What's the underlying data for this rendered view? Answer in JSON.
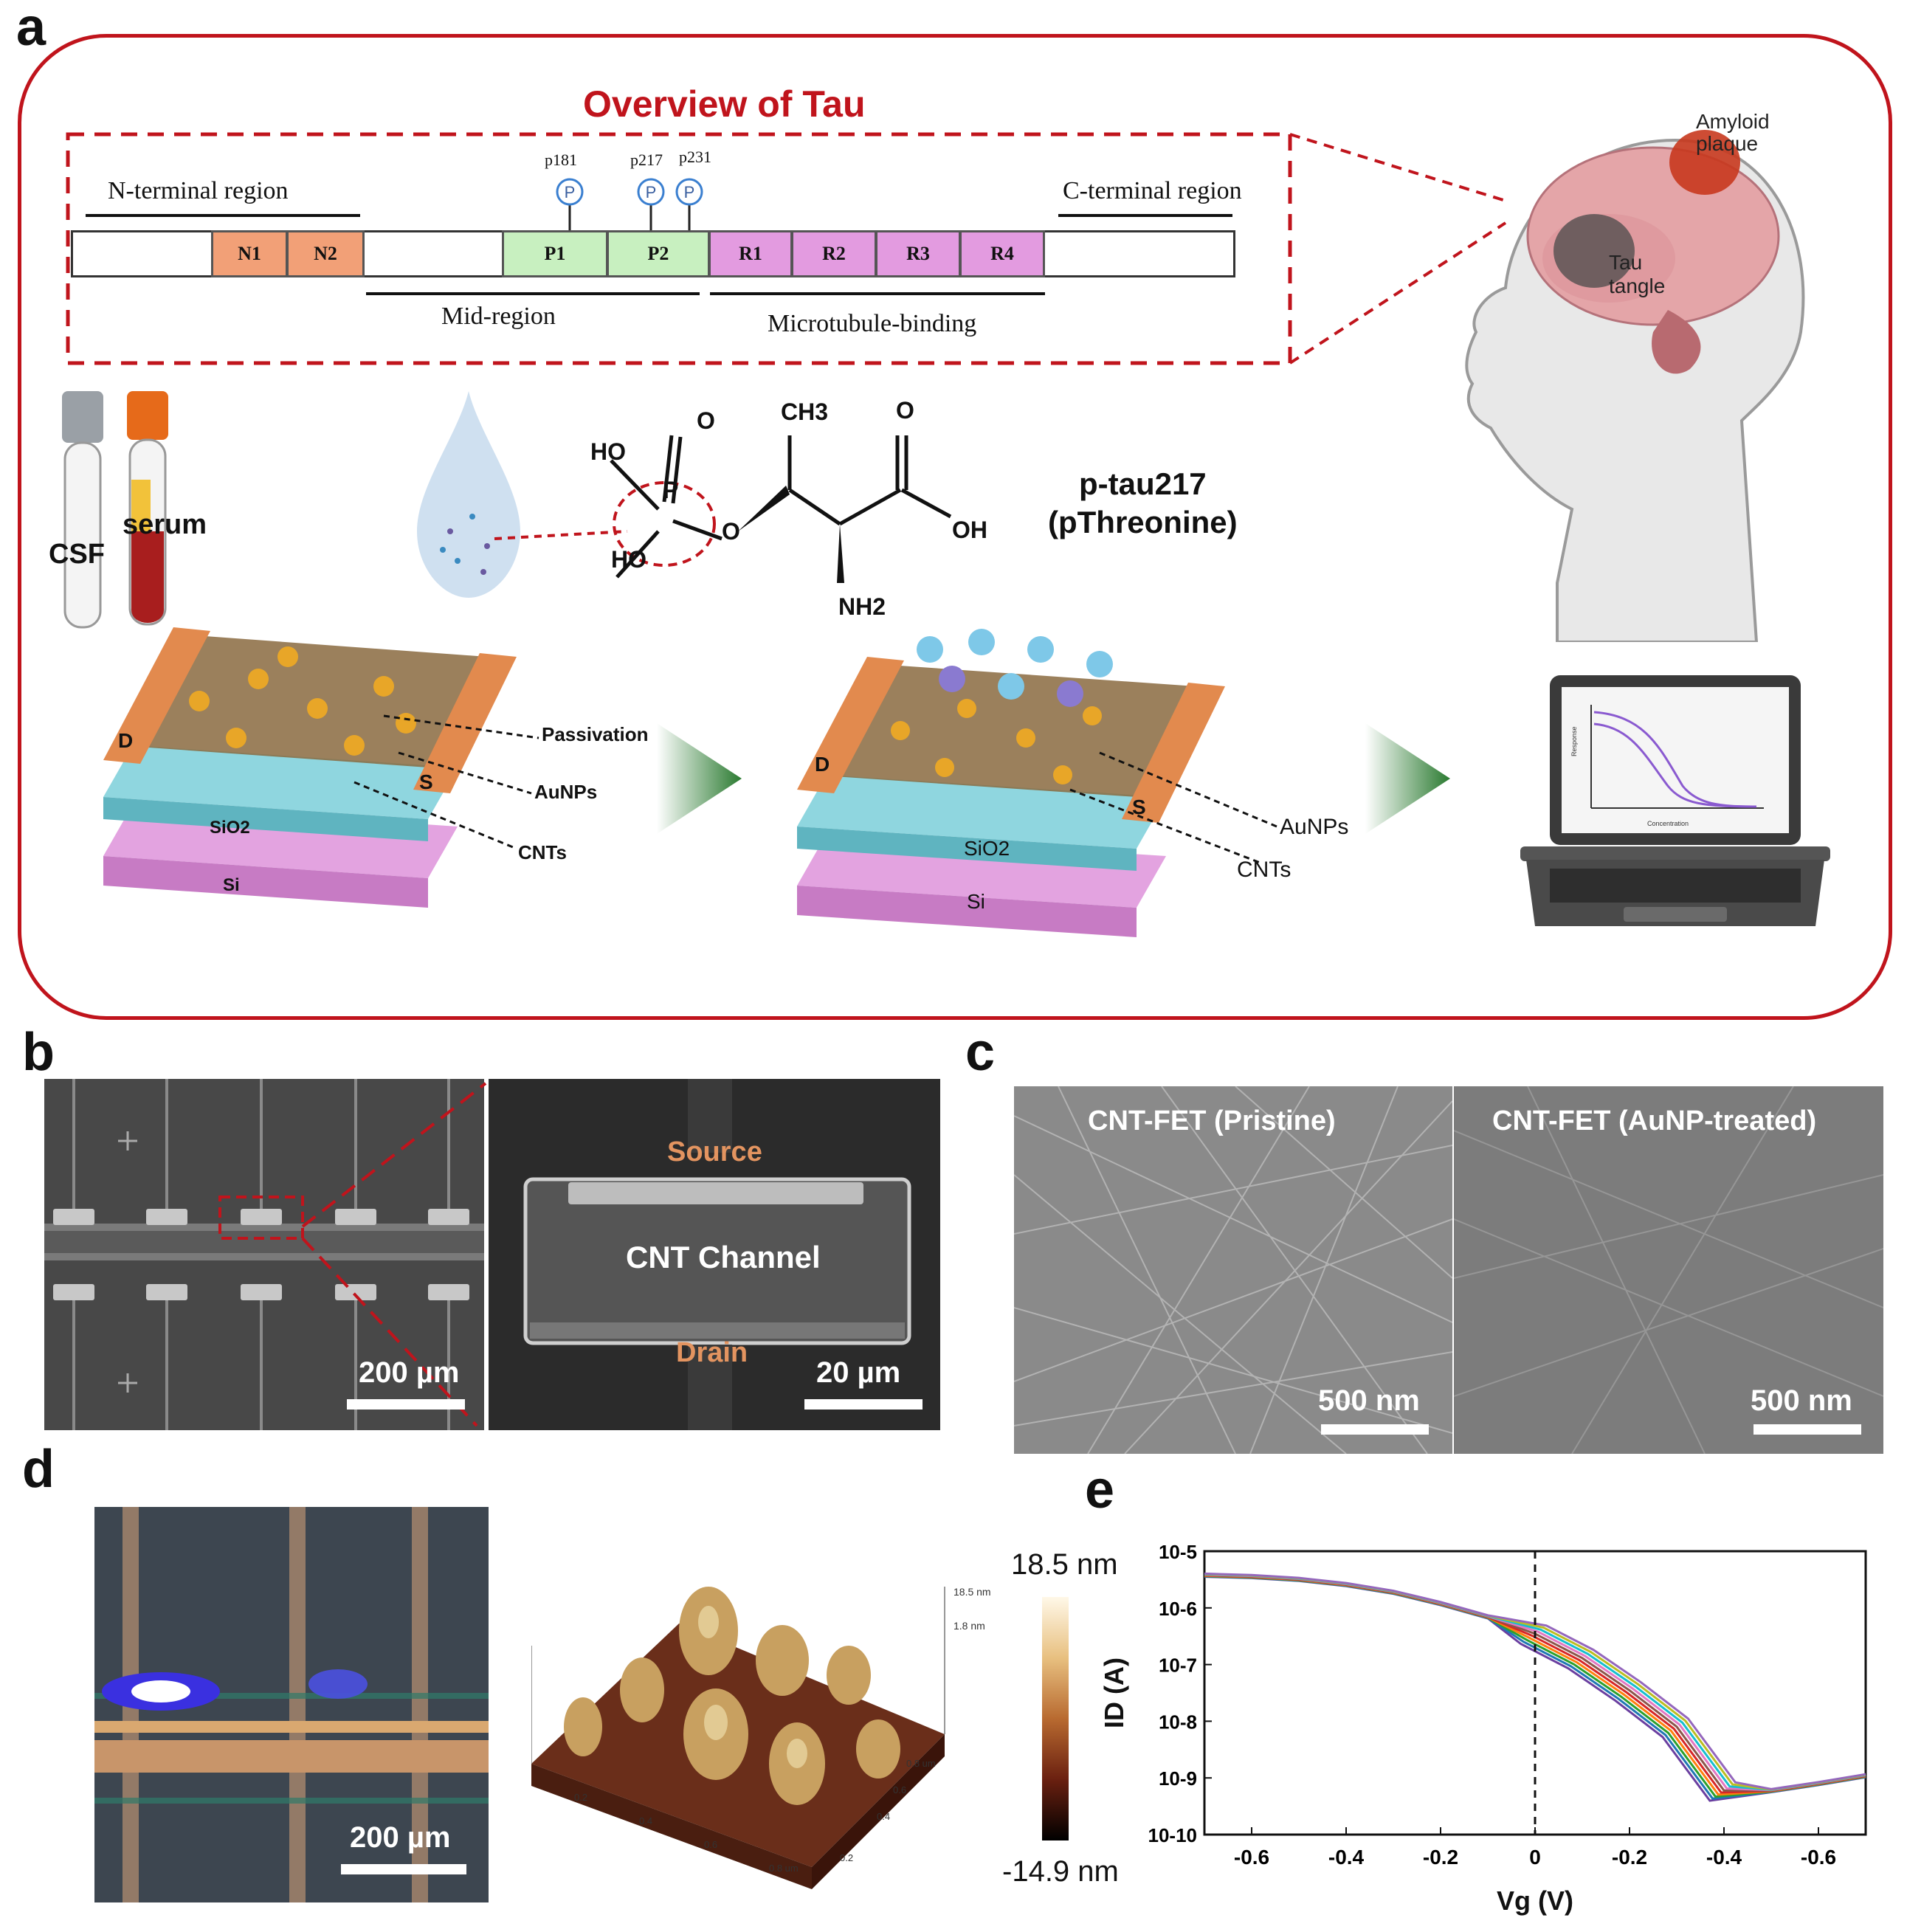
{
  "panels": {
    "a": "a",
    "b": "b",
    "c": "c",
    "d": "d",
    "e": "e"
  },
  "overview": {
    "title": "Overview of Tau",
    "n_terminal": "N-terminal region",
    "c_terminal": "C-terminal region",
    "mid_region": "Mid-region",
    "microtubule": "Microtubule-binding",
    "segments": [
      "N1",
      "N2",
      "P1",
      "P2",
      "R1",
      "R2",
      "R3",
      "R4"
    ],
    "sites": [
      "p181",
      "p217",
      "p231"
    ],
    "phospho_symbol": "P",
    "colors": {
      "n": "#f2a077",
      "p": "#c8f0c0",
      "r": "#e39be0",
      "accent": "#c0141c"
    }
  },
  "brain": {
    "amyloid": "Amyloid plaque",
    "amyloid_l1": "Amyloid",
    "amyloid_l2": "plaque",
    "tau_l1": "Tau",
    "tau_l2": "tangle"
  },
  "samples": {
    "csf": "CSF",
    "serum": "serum"
  },
  "molecule": {
    "ch3": "CH3",
    "o_top": "O",
    "p_double_o": "O",
    "ho_top": "HO",
    "p": "P",
    "ho_bottom": "HO",
    "o_ester": "O",
    "oh": "OH",
    "nh2": "NH2",
    "name_l1": "p-tau217",
    "name_l2": "(pThreonine)"
  },
  "device_left": {
    "d": "D",
    "s": "S",
    "passivation": "Passivation",
    "aunps": "AuNPs",
    "cnts": "CNTs",
    "sio2": "SiO2",
    "si": "Si"
  },
  "device_right": {
    "d": "D",
    "s": "S",
    "aunps": "AuNPs",
    "cnts": "CNTs",
    "sio2": "SiO2",
    "si": "Si"
  },
  "laptop": {
    "ylabel": "Response",
    "xlabel": "Concentration"
  },
  "panel_b": {
    "scale_left": "200 µm",
    "source": "Source",
    "channel": "CNT Channel",
    "drain": "Drain",
    "scale_right": "20 µm"
  },
  "panel_c": {
    "left_title": "CNT-FET (Pristine)",
    "right_title": "CNT-FET (AuNP-treated)",
    "scale_left": "500 nm",
    "scale_right": "500 nm"
  },
  "panel_d": {
    "scale": "200 µm",
    "cbar_max": "18.5 nm",
    "cbar_min": "-14.9 nm",
    "afm_max": "18.5 nm",
    "afm_mid": "1.8 nm",
    "afm_ticks_right": [
      "0.8 um",
      "0.6",
      "0.4",
      "0.2"
    ],
    "afm_ticks_front": [
      "0.2",
      "0.4",
      "0.6",
      "0.8 um"
    ]
  },
  "chart_data": {
    "type": "line",
    "xlabel": "Vg (V)",
    "ylabel": "ID (A)",
    "x_ticks": [
      "-0.6",
      "-0.4",
      "-0.2",
      "0",
      "-0.2",
      "-0.4",
      "-0.6"
    ],
    "y_ticks": [
      "10-5",
      "10-6",
      "10-7",
      "10-8",
      "10-9",
      "10-10"
    ],
    "y_scale": "log",
    "ylim": [
      1e-10,
      1e-05
    ],
    "vline_x": 0,
    "x": [
      -0.7,
      -0.6,
      -0.5,
      -0.4,
      -0.3,
      -0.2,
      -0.1,
      0.0,
      0.1,
      0.2,
      0.3,
      0.4,
      0.5,
      0.6,
      0.7
    ],
    "series_values": [
      3.8e-06,
      3.6e-06,
      3.2e-06,
      2.6e-06,
      1.9e-06,
      1.2e-06,
      7e-07,
      3.5e-07,
      1.3e-07,
      3.5e-08,
      8e-09,
      6e-10,
      6e-10,
      8e-10,
      1.1e-09
    ],
    "series_colors": [
      "#6a3fa0",
      "#1f77b4",
      "#2ca02c",
      "#ff7f0e",
      "#d62728",
      "#8c564b",
      "#e377c2",
      "#17becf",
      "#bcbd22",
      "#9467bd"
    ]
  }
}
